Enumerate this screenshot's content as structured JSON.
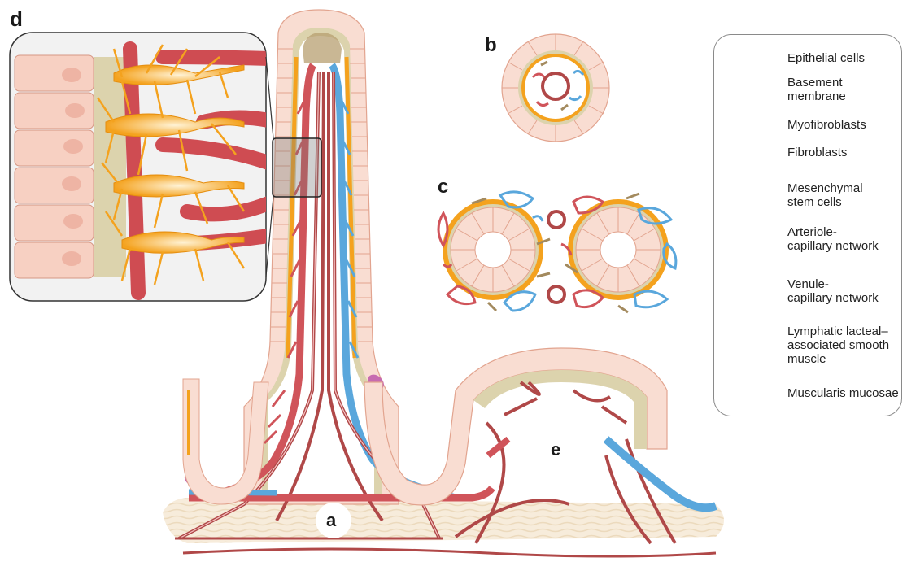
{
  "panels": {
    "a": "a",
    "b": "b",
    "c": "c",
    "d": "d",
    "e": "e"
  },
  "legend": {
    "items": [
      {
        "id": "epithelial",
        "label": "Epithelial cells",
        "icon": "epithelial-cells-icon",
        "color": "#f6cdbf"
      },
      {
        "id": "basement",
        "label": "Basement\nmembrane",
        "icon": "basement-membrane-icon",
        "color": "#d8cfa7"
      },
      {
        "id": "myofibroblasts",
        "label": "Myofibroblasts",
        "icon": "myofibroblast-icon",
        "color": "#f4a21e"
      },
      {
        "id": "fibroblasts",
        "label": "Fibroblasts",
        "icon": "fibroblast-icon",
        "color": "#a38a5e"
      },
      {
        "id": "msc",
        "label": "Mesenchymal\nstem cells",
        "icon": "mesenchymal-stem-cell-icon",
        "color": "#c76bb0"
      },
      {
        "id": "arteriole",
        "label": "Arteriole-\ncapillary network",
        "icon": "arteriole-network-icon",
        "color": "#cf4c52"
      },
      {
        "id": "venule",
        "label": "Venule-\ncapillary network",
        "icon": "venule-network-icon",
        "color": "#4ea0d8"
      },
      {
        "id": "lymphatic",
        "label": "Lymphatic lacteal–\nassociated smooth\nmuscle",
        "icon": "lymphatic-smooth-muscle-icon",
        "color": "#b44a4a"
      },
      {
        "id": "muscularis",
        "label": "Muscularis mucosae",
        "icon": "muscularis-mucosae-icon",
        "color": "#f2e2c8"
      }
    ]
  },
  "colors": {
    "epithelium": "#f7d4c6",
    "epithelium_line": "#e6a993",
    "basement": "#d9d0aa",
    "myofibroblast": "#f4a21e",
    "artery": "#d0545a",
    "vein": "#5aa7dc",
    "smooth_muscle": "#b04848",
    "muscularis": "#f3e4cc"
  }
}
